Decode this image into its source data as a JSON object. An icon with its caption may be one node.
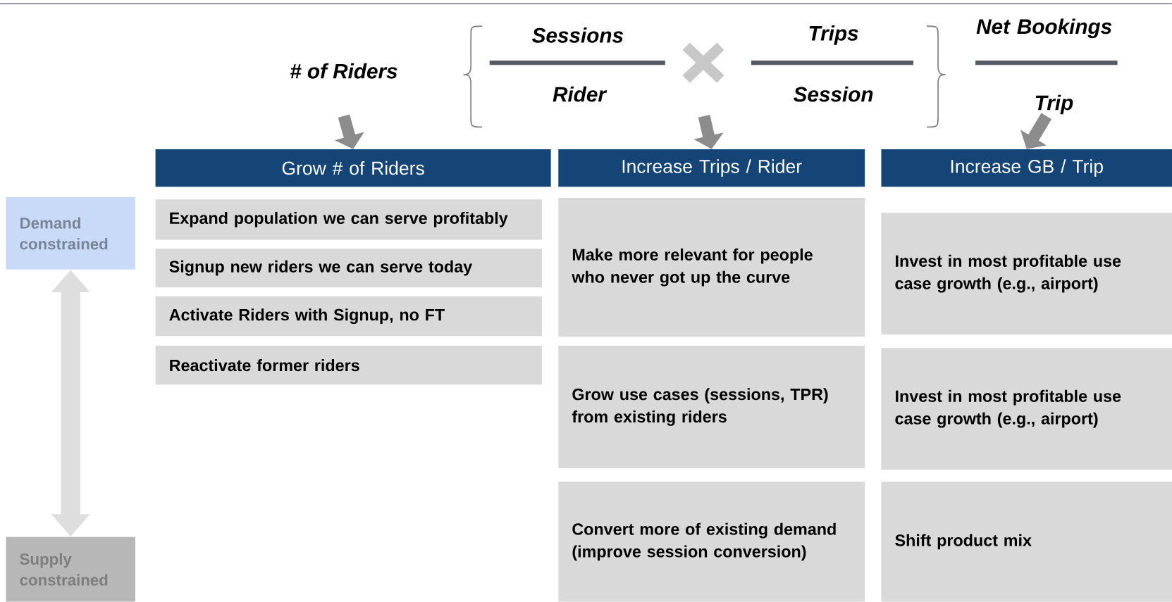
{
  "diagram": {
    "nodes": [
      {
        "text": [
          "# of Riders"
        ]
      },
      {
        "text": [
          "Sessions",
          "Rider",
          "Trips",
          "Session"
        ]
      },
      {
        "text": [
          "Net Bookings",
          "Trip"
        ]
      },
      {
        "text": [
          "Grow # of Riders"
        ]
      },
      {
        "text": [
          "Increase Trips / Rider"
        ]
      },
      {
        "text": [
          "Increase GB / Trip"
        ]
      },
      {
        "text": [
          "Expand population we can serve profitably"
        ]
      },
      {
        "text": [
          "Signup new riders we can serve today"
        ]
      },
      {
        "text": [
          "Activate Riders with Signup, no FT"
        ]
      },
      {
        "text": [
          "Reactivate former riders"
        ]
      },
      {
        "text": [
          "Make more relevant for people who never got up the curve"
        ]
      },
      {
        "text": [
          "Grow use cases (sessions, TPR) from existing riders"
        ]
      },
      {
        "text": [
          "Convert more of existing demand (improve session conversion)"
        ]
      },
      {
        "text": [
          "Invest in most profitable use case growth (e.g., airport)"
        ]
      },
      {
        "text": [
          "Invest in most profitable use case growth (e.g., airport)"
        ]
      },
      {
        "text": [
          "Shift product mix"
        ]
      },
      {
        "text": [
          "Demand constrained"
        ]
      },
      {
        "text": [
          "Supply constrained"
        ]
      }
    ],
    "edges": [
      {
        "from": 0,
        "to": 3,
        "arrow": "to"
      },
      {
        "from": 1,
        "to": 4,
        "arrow": "to"
      },
      {
        "from": 2,
        "to": 5,
        "arrow": "to"
      },
      {
        "from": 16,
        "to": 17,
        "arrow": "both"
      }
    ]
  }
}
